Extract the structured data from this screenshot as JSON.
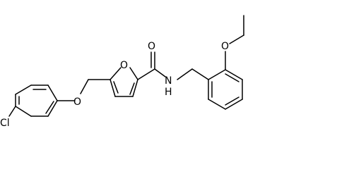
{
  "atoms": {
    "chlorine": "Cl",
    "ether_oxygen": "O",
    "furan_oxygen": "O",
    "carbonyl_oxygen": "O",
    "amide_nitrogen": "N",
    "amide_hydrogen": "H",
    "ethoxy_oxygen": "O"
  }
}
